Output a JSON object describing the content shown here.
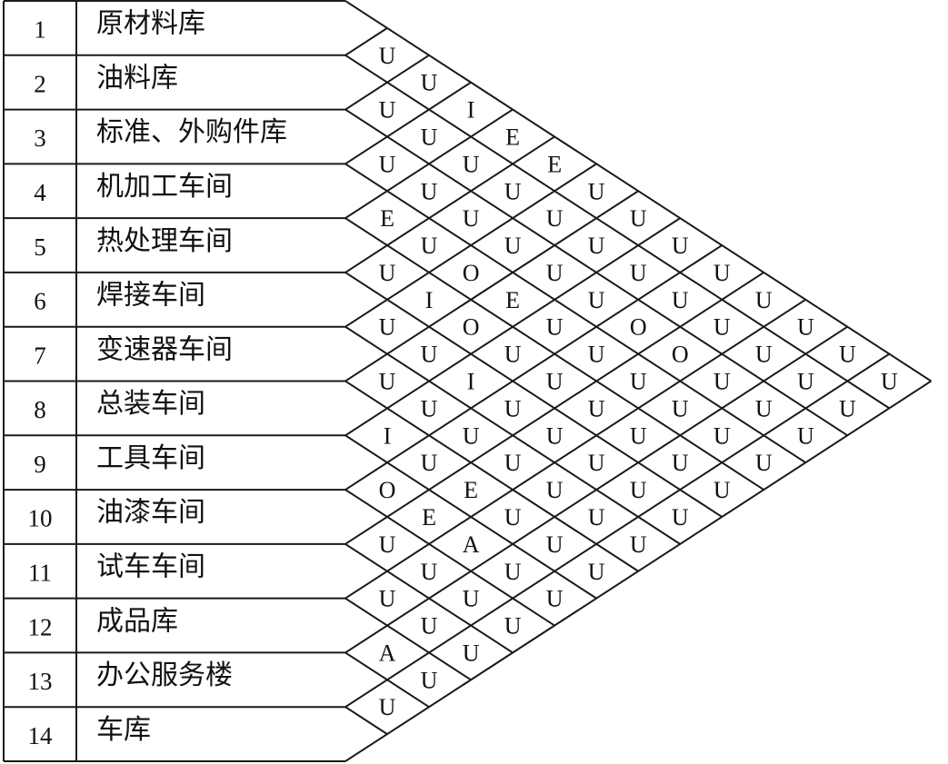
{
  "departments": [
    {
      "no": "1",
      "name": "原材料库"
    },
    {
      "no": "2",
      "name": "油料库"
    },
    {
      "no": "3",
      "name": "标准、外购件库"
    },
    {
      "no": "4",
      "name": "机加工车间"
    },
    {
      "no": "5",
      "name": "热处理车间"
    },
    {
      "no": "6",
      "name": "焊接车间"
    },
    {
      "no": "7",
      "name": "变速器车间"
    },
    {
      "no": "8",
      "name": "总装车间"
    },
    {
      "no": "9",
      "name": "工具车间"
    },
    {
      "no": "10",
      "name": "油漆车间"
    },
    {
      "no": "11",
      "name": "试车车间"
    },
    {
      "no": "12",
      "name": "成品库"
    },
    {
      "no": "13",
      "name": "办公服务楼"
    },
    {
      "no": "14",
      "name": "车库"
    }
  ],
  "relationship_matrix": [
    [
      "U",
      "U",
      "I",
      "E",
      "E",
      "U",
      "U",
      "U",
      "U",
      "U",
      "U",
      "U",
      "U"
    ],
    [
      "U",
      "U",
      "U",
      "U",
      "U",
      "U",
      "U",
      "U",
      "U",
      "U",
      "U",
      "U"
    ],
    [
      "U",
      "U",
      "U",
      "U",
      "U",
      "U",
      "O",
      "O",
      "U",
      "U",
      "U"
    ],
    [
      "E",
      "U",
      "O",
      "E",
      "U",
      "U",
      "U",
      "U",
      "U",
      "U"
    ],
    [
      "U",
      "I",
      "O",
      "U",
      "U",
      "U",
      "U",
      "U",
      "U"
    ],
    [
      "U",
      "U",
      "I",
      "U",
      "U",
      "U",
      "U",
      "U"
    ],
    [
      "U",
      "U",
      "U",
      "U",
      "U",
      "U",
      "U"
    ],
    [
      "I",
      "U",
      "E",
      "U",
      "U",
      "U"
    ],
    [
      "O",
      "E",
      "A",
      "U",
      "U"
    ],
    [
      "U",
      "U",
      "U",
      "U"
    ],
    [
      "U",
      "U",
      "U"
    ],
    [
      "A",
      "U"
    ],
    [
      "U"
    ]
  ]
}
